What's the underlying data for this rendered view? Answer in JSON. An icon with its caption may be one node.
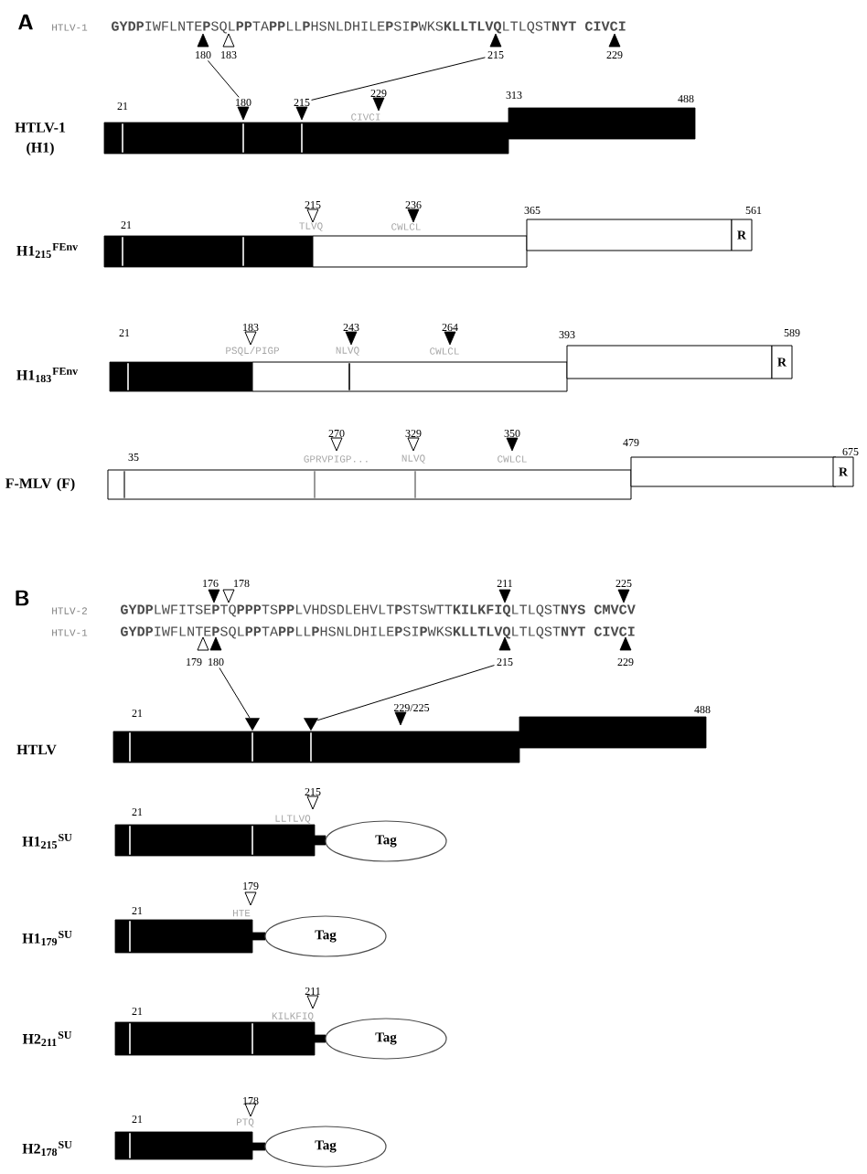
{
  "diagram": {
    "nodes": [
      {
        "text": [
          "180"
        ]
      },
      {
        "text": [
          "215"
        ]
      },
      {
        "text": [
          "180"
        ]
      },
      {
        "text": [
          "215"
        ]
      },
      {
        "text": [
          "R"
        ]
      },
      {
        "text": [
          "R"
        ]
      },
      {
        "text": [
          "R"
        ]
      },
      {
        "text": [
          "180"
        ]
      },
      {
        "text": [
          "215"
        ]
      },
      {
        "text": [],
        "shape": "triangle"
      },
      {
        "text": [],
        "shape": "triangle"
      },
      {
        "text": [
          "Tag"
        ]
      },
      {
        "text": [
          "Tag"
        ]
      },
      {
        "text": [
          "Tag"
        ]
      },
      {
        "text": [
          "Tag"
        ]
      }
    ],
    "edges": [
      {
        "from": 0,
        "to": 2,
        "arrow": "none"
      },
      {
        "from": 1,
        "to": 3,
        "arrow": "none"
      },
      {
        "from": 7,
        "to": 9,
        "arrow": "none"
      },
      {
        "from": 8,
        "to": 10,
        "arrow": "none"
      }
    ],
    "labels": [
      "A",
      "HTLV-1",
      "**GYDP**IWFLNTE**P**SQL**PP**TA**PP**LL**P**HSNLDHILE**P**SI**P**WKS**KLLTLVQ**LTLQST**NYT CIVCI**",
      "183",
      "229",
      "21",
      "229",
      "313",
      "488",
      "CIVCI",
      "HTLV-1 (H1)",
      "21",
      "215",
      "236",
      "365",
      "561",
      "TLVQ",
      "CWLCL",
      "H1$_{215}$$^{FEnv}$",
      "21",
      "183",
      "243",
      "264",
      "393",
      "589",
      "PSQL/PIGP",
      "NLVQ",
      "CWLCL",
      "H1$_{183}$$^{FEnv}$",
      "35",
      "270",
      "329",
      "350",
      "479",
      "675",
      "GPRVPIGP...",
      "NLVQ",
      "CWLCL",
      "F-MLV (F)",
      "B",
      "176",
      "178",
      "211",
      "225",
      "HTLV-2",
      "**GYDP**LWFITSE**P**TQ**PPP**TS**PP**LVHDSDLEHVLT**P**STSWTT**KILKFIQ**LTLQST**NYS CMVCV**",
      "HTLV-1",
      "**GYDP**IWFLNTE**P**SQL**PP**TA**PP**LL**P**HSNLDHILE**P**SI**P**WKS**KLLTLVQ**LTLQST**NYT CIVCI**",
      "179",
      "229",
      "21",
      "229/225",
      "488",
      "HTLV",
      "21",
      "215",
      "LLTLVQ",
      "H1$_{215}$$^{SU}$",
      "21",
      "179",
      "HTE",
      "H1$_{179}$$^{SU}$",
      "21",
      "211",
      "KILKFIQ",
      "H2$_{211}$$^{SU}$",
      "21",
      "178",
      "PTQ",
      "H2$_{178}$$^{SU}$"
    ]
  }
}
